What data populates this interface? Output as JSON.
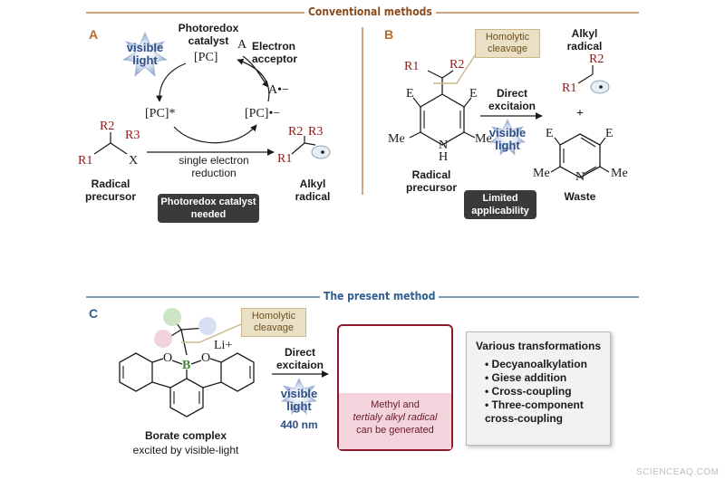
{
  "headers": {
    "conventional": "Conventional methods",
    "present": "The present method"
  },
  "panel_a": {
    "letter": "A",
    "photoredox_catalyst": "Photoredox catalyst",
    "visible": "visible",
    "light": "light",
    "pc": "[PC]",
    "pc_star": "[PC]*",
    "pc_radical_anion": "[PC]•−",
    "acceptor_a": "A",
    "acceptor_label": "Electron acceptor",
    "acceptor_radical": "A•−",
    "single_electron_reduction": "single electron reduction",
    "radical_precursor": "Radical precursor",
    "alkyl_radical": "Alkyl radical",
    "dark_box": "Photoredox catalyst needed",
    "r1": "R1",
    "r2": "R2",
    "r3": "R3",
    "x": "X"
  },
  "panel_b": {
    "letter": "B",
    "homolytic_cleavage": "Homolytic cleavage",
    "alkyl_radical": "Alkyl radical",
    "direct_excitation": "Direct excitaion",
    "visible": "visible",
    "light": "light",
    "plus": "+",
    "radical_precursor": "Radical precursor",
    "waste": "Waste",
    "dark_box": "Limited applicability",
    "r1": "R1",
    "r2": "R2",
    "e": "E",
    "me": "Me",
    "nh": "N H",
    "n": "N"
  },
  "panel_c": {
    "letter": "C",
    "homolytic_cleavage": "Homolytic cleavage",
    "li": "Li+",
    "o": "O",
    "b": "B",
    "borate_complex": "Borate complex",
    "excited_by": "excited by visible-light",
    "direct_excitation": "Direct excitaion",
    "visible": "visible",
    "light": "light",
    "wavelength": "440 nm",
    "result_line1": "Methyl and",
    "result_line2": "tertialy alkyl radical",
    "result_line3": "can be generated",
    "transforms_title": "Various transformations",
    "transforms": [
      "Decyanoalkylation",
      "Giese addition",
      "Cross-coupling",
      "Three-component cross-coupling"
    ]
  },
  "watermark": "SCIENCEAQ.COM",
  "colors": {
    "brown_header": "#8a4a1a",
    "blue_header": "#2f5f8f",
    "rgroup": "#8b1a1a",
    "dark_box": "#3a3a3a",
    "pink_border": "#8b1a2e",
    "star_blue": "#2d4e86"
  }
}
